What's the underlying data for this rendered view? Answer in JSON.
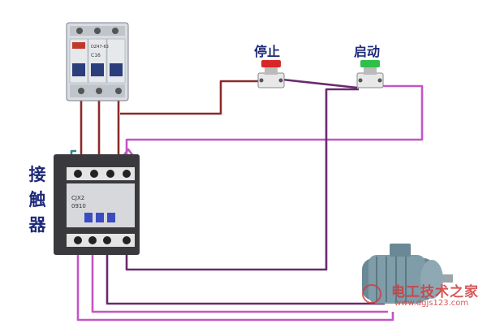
{
  "diagram": {
    "contactor_label_chars": [
      "接",
      "触",
      "器"
    ],
    "stop_button_label": "停止",
    "start_button_label": "启动",
    "breaker_brand_text": "DZ47-63",
    "breaker_rating_text": "C16",
    "contactor_model_text": "CJX2",
    "contactor_rating_text": "0910",
    "watermark_title": "电工技术之家",
    "watermark_url": "www.dgjs123.com",
    "colors": {
      "wire_red": "#8a2a2a",
      "wire_purple": "#6a2a6e",
      "wire_magenta": "#c455c8",
      "stop_button": "#d62828",
      "start_button": "#2fbf4a",
      "label_text": "#1e2a7a"
    }
  }
}
